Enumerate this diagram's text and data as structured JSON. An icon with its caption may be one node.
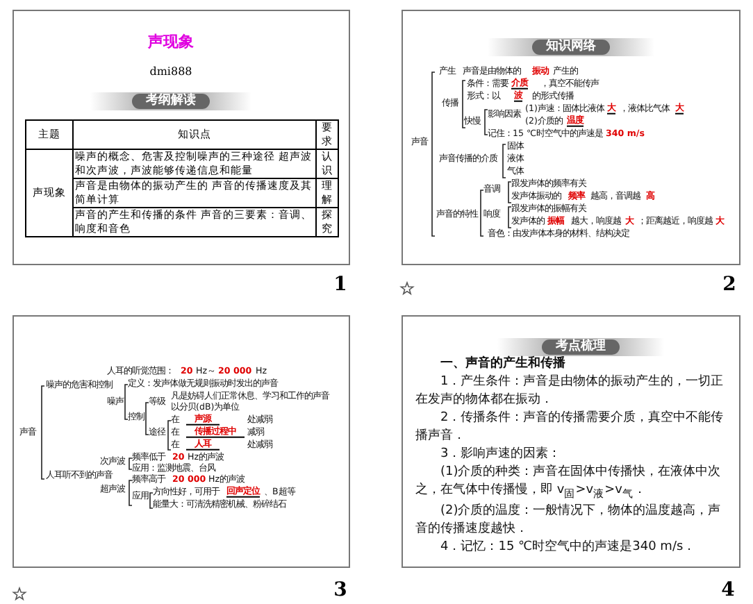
{
  "diagram": {
    "nodes": [
      {
        "text": [
          "考纲解读"
        ]
      },
      {
        "text": [
          "知识网络"
        ]
      },
      {
        "text": [
          "考点梳理"
        ]
      }
    ],
    "labels": [
      "声现象",
      "dmi888",
      "主题",
      "知识点",
      "要求",
      "声现象",
      "噪声的概念、危害及控制噪声的三种途径 超声波和次声波，声波能够传递信息和能量",
      "认识",
      "声音是由物体的振动产生的 声音的传播速度及其简单计算",
      "理解",
      "声音的产生和传播的条件 声音的三要素：音调、响度和音色",
      "探究",
      "1",
      "产生",
      "声音是由物体的",
      "振动",
      "产生的",
      "传播",
      "条件：需要",
      "介质",
      "，真空不能传声",
      "形式：以",
      "波",
      "的形式传播",
      "快慢",
      "影响因素",
      "(1)声速：固体比液体",
      "大",
      "，液体比气体",
      "大",
      "(2)介质的",
      "温度",
      "记住：15 ℃时空气中的声速是",
      "340 m/s",
      "声音",
      "声音传播的介质",
      "固体",
      "液体",
      "气体",
      "声音的特性",
      "音调",
      "跟发声体的频率有关",
      "发声体振动的",
      "频率",
      "越高，音调越",
      "高",
      "响度",
      "跟发声体的振幅有关",
      "发声体的",
      "振幅",
      "越大，响度越",
      "大",
      "；距离越近，响度越",
      "大",
      "音色：由发声体本身的材料、结构决定",
      "2",
      "声音",
      "噪声的危害和控制",
      "人耳听不到的声音",
      "人耳的听觉范围：",
      "20",
      "Hz～",
      "20 000",
      "Hz",
      "噪声",
      "定义：发声体做无规则振动时发出的声音",
      "控制",
      "等级",
      "凡是妨碍人们正常休息、学习和工作的声音",
      "以分贝(dB)为单位",
      "途径",
      "在",
      "声源",
      "处减弱",
      "在",
      "传播过程中",
      "减弱",
      "在",
      "人耳",
      "处减弱",
      "次声波",
      "频率低于",
      "20",
      "Hz的声波",
      "应用：监测地震、台风",
      "超声波",
      "频率高于",
      "20 000",
      "Hz的声波",
      "应用",
      "方向性好，可用于",
      "回声定位",
      "、B超等",
      "能量大：可清洗精密机械、粉碎结石",
      "3",
      "一、声音的产生和传播",
      "1．产生条件：声音是由物体的振动产生的，一切正在发声的物体都在振动．",
      "2．传播条件：声音的传播需要介质，真空中不能传播声音．",
      "3．影响声速的因素：",
      "(1)介质的种类：声音在固体中传播快，在液体中次之，在气体中传播慢，即 v$_{固}$>v$_{液}$>v$_{气}$．",
      "(2)介质的温度：一般情况下，物体的温度越高，声音的传播速度越快．",
      "4．记忆：15 ℃时空气中的声速是340 m/s．",
      "4"
    ]
  }
}
